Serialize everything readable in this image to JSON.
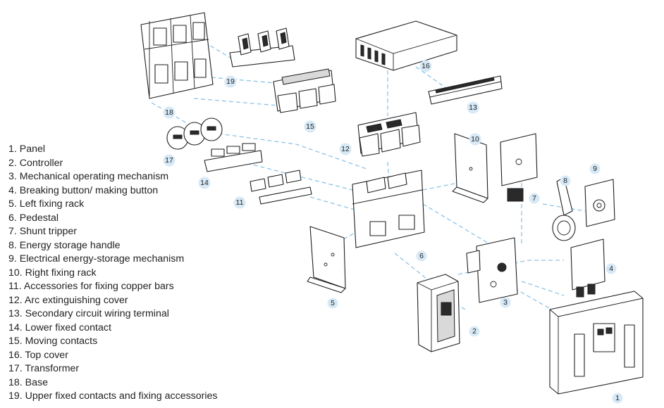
{
  "legend": [
    "1. Panel",
    "2. Controller",
    "3. Mechanical operating mechanism",
    "4. Breaking button/ making button",
    "5. Left fixing rack",
    "6. Pedestal",
    "7. Shunt tripper",
    "8. Energy storage handle",
    "9. Electrical energy-storage mechanism",
    "10. Right fixing rack",
    "11. Accessories for fixing copper bars",
    "12. Arc extinguishing cover",
    "13. Secondary circuit wiring terminal",
    "14. Lower fixed contact",
    "15. Moving contacts",
    "16. Top cover",
    "17. Transformer",
    "18. Base",
    "19. Upper fixed contacts and fixing accessories"
  ],
  "badges": {
    "b1": "1",
    "b2": "2",
    "b3": "3",
    "b4": "4",
    "b5": "5",
    "b6": "6",
    "b7": "7",
    "b8": "8",
    "b9": "9",
    "b10": "10",
    "b11": "11",
    "b12": "12",
    "b13": "13",
    "b14": "14",
    "b15": "15",
    "b16": "16",
    "b17": "17",
    "b18": "18",
    "b19": "19"
  },
  "colors": {
    "badge_fill": "#d7e9f6",
    "leader_line": "#8ec3e6",
    "outline": "#1f1f1f"
  }
}
